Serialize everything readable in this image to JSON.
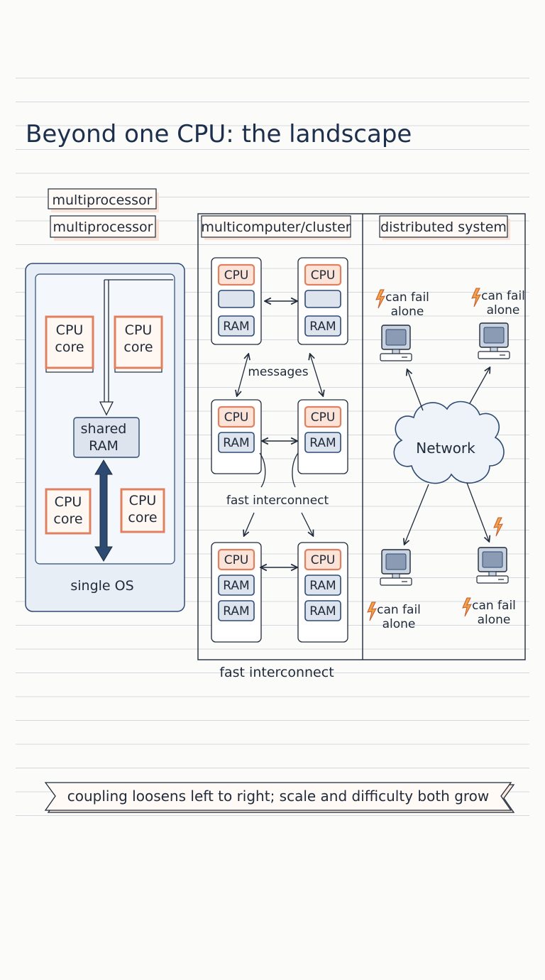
{
  "title": "Beyond one CPU: the landscape",
  "sections": {
    "multiprocessor": {
      "label_top": "multiprocessor",
      "label": "multiprocessor",
      "core_label": "CPU\ncore",
      "shared_ram": "shared\nRAM",
      "os_label": "single OS"
    },
    "cluster": {
      "label": "multicomputer/cluster",
      "cpu_label": "CPU",
      "ram_label": "RAM",
      "messages_label": "messages",
      "interconnect_inner": "fast interconnect",
      "interconnect_outer": "fast interconnect"
    },
    "distributed": {
      "label": "distributed system",
      "network_label": "Network",
      "fail_label": "can fail\nalone"
    }
  },
  "banner": "coupling loosens left to right; scale and difficulty both grow",
  "colors": {
    "accent_orange": "#e0805f",
    "node_fill": "#dde4ee",
    "navy": "#2d4a72",
    "line": "#1f2a3a"
  }
}
